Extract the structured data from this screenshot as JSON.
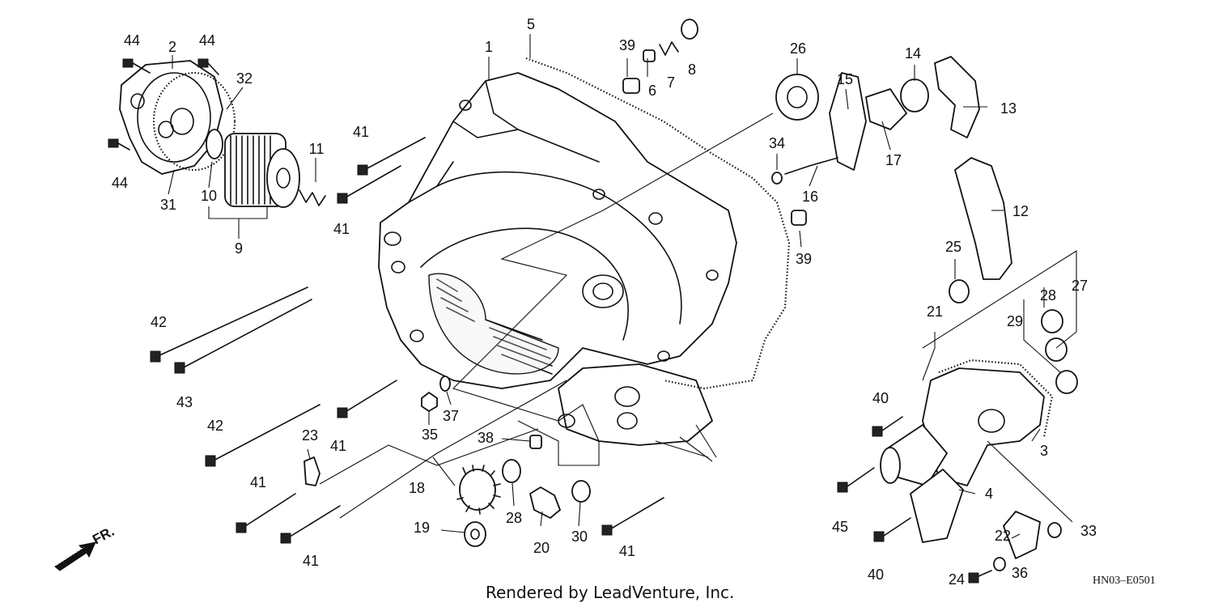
{
  "callouts": [
    {
      "text": "1"
    },
    {
      "text": "2"
    },
    {
      "text": "3"
    },
    {
      "text": "4"
    },
    {
      "text": "5"
    },
    {
      "text": "6"
    },
    {
      "text": "7"
    },
    {
      "text": "8"
    },
    {
      "text": "9"
    },
    {
      "text": "10"
    },
    {
      "text": "11"
    },
    {
      "text": "12"
    },
    {
      "text": "13"
    },
    {
      "text": "14"
    },
    {
      "text": "15"
    },
    {
      "text": "16"
    },
    {
      "text": "17"
    },
    {
      "text": "18"
    },
    {
      "text": "19"
    },
    {
      "text": "20"
    },
    {
      "text": "21"
    },
    {
      "text": "22"
    },
    {
      "text": "23"
    },
    {
      "text": "24"
    },
    {
      "text": "25"
    },
    {
      "text": "26"
    },
    {
      "text": "27"
    },
    {
      "text": "28"
    },
    {
      "text": "28"
    },
    {
      "text": "29"
    },
    {
      "text": "30"
    },
    {
      "text": "31"
    },
    {
      "text": "32"
    },
    {
      "text": "33"
    },
    {
      "text": "34"
    },
    {
      "text": "35"
    },
    {
      "text": "36"
    },
    {
      "text": "37"
    },
    {
      "text": "38"
    },
    {
      "text": "39"
    },
    {
      "text": "39"
    },
    {
      "text": "40"
    },
    {
      "text": "40"
    },
    {
      "text": "41"
    },
    {
      "text": "41"
    },
    {
      "text": "41"
    },
    {
      "text": "41"
    },
    {
      "text": "41"
    },
    {
      "text": "41"
    },
    {
      "text": "42"
    },
    {
      "text": "42"
    },
    {
      "text": "43"
    },
    {
      "text": "44"
    },
    {
      "text": "44"
    },
    {
      "text": "44"
    },
    {
      "text": "45"
    }
  ],
  "diagram_code": "HN03–E0501",
  "credit": "Rendered by LeadVenture, Inc.",
  "direction_label": "FR."
}
